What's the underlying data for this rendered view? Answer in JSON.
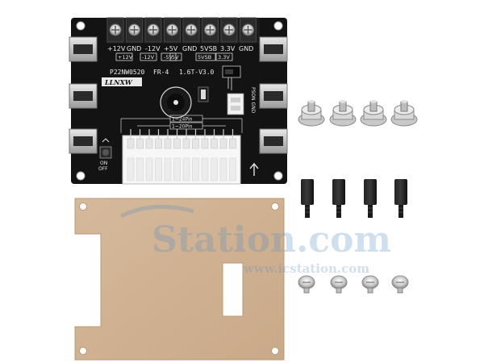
{
  "board": {
    "terminal_labels_top": [
      "+12V",
      "GND",
      "-12V",
      "+5V",
      "GND",
      "5VSB",
      "3.3V",
      "GND"
    ],
    "terminal_labels_boxed": [
      "+12V",
      "-12V",
      "-5V",
      "5V",
      "5VSB",
      "3.3V"
    ],
    "model": "P22NW0520",
    "material": "FR-4",
    "version": "1.6T-V3.0",
    "brand": "LLNXW",
    "pin_label_24": "1~24Pin",
    "pin_label_20": "1~20Pin",
    "switch_label_on": "ON",
    "switch_label_off": "OFF",
    "pson_label": "PSON GND"
  },
  "watermark": {
    "main": "Station.com",
    "url": "www.icstation.com"
  }
}
